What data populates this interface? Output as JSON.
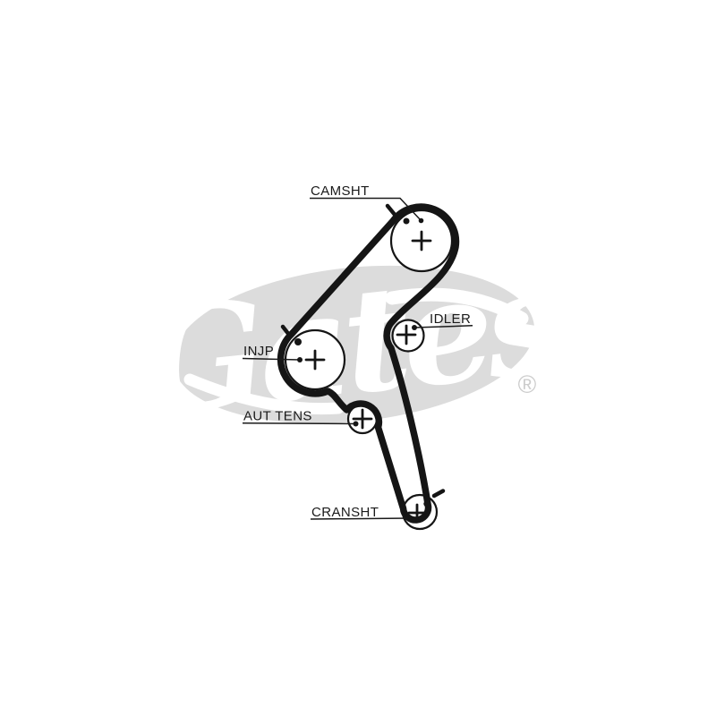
{
  "watermark": {
    "brand": "Gates",
    "registered_mark": "®",
    "color": "#dcdcdc"
  },
  "labels": {
    "camshaft": "CAMSHT",
    "idler": "IDLER",
    "injection_pump": "INJP",
    "auto_tensioner": "AUT TENS",
    "crankshaft": "CRANSHT"
  },
  "colors": {
    "background": "#ffffff",
    "line": "#151515",
    "watermark_gray": "#dcdcdc"
  }
}
